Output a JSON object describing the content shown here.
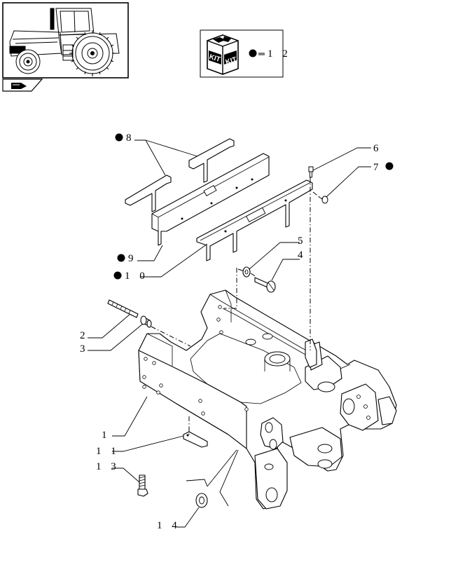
{
  "thumbnail": {
    "icon": "tractor-icon"
  },
  "nav": {
    "icon": "hand-pointer-icon"
  },
  "kit_box": {
    "icon": "kit-box-icon",
    "kit_text_left": "KIT",
    "kit_text_right": "KIT",
    "label": "1 2"
  },
  "colors": {
    "line": "#000000",
    "background": "#ffffff"
  },
  "callouts": [
    {
      "id": "c8",
      "text": "8",
      "marker": true
    },
    {
      "id": "c6",
      "text": "6",
      "marker": false
    },
    {
      "id": "c7",
      "text": "7",
      "marker": true
    },
    {
      "id": "c9",
      "text": "9",
      "marker": true
    },
    {
      "id": "c10",
      "text": "1 0",
      "marker": true
    },
    {
      "id": "c5",
      "text": "5",
      "marker": false
    },
    {
      "id": "c4",
      "text": "4",
      "marker": false
    },
    {
      "id": "c2",
      "text": "2",
      "marker": false
    },
    {
      "id": "c3",
      "text": "3",
      "marker": false
    },
    {
      "id": "c1",
      "text": "1",
      "marker": false
    },
    {
      "id": "c11",
      "text": "1 1",
      "marker": false
    },
    {
      "id": "c13",
      "text": "1 3",
      "marker": false
    },
    {
      "id": "c14",
      "text": "1 4",
      "marker": false
    }
  ]
}
